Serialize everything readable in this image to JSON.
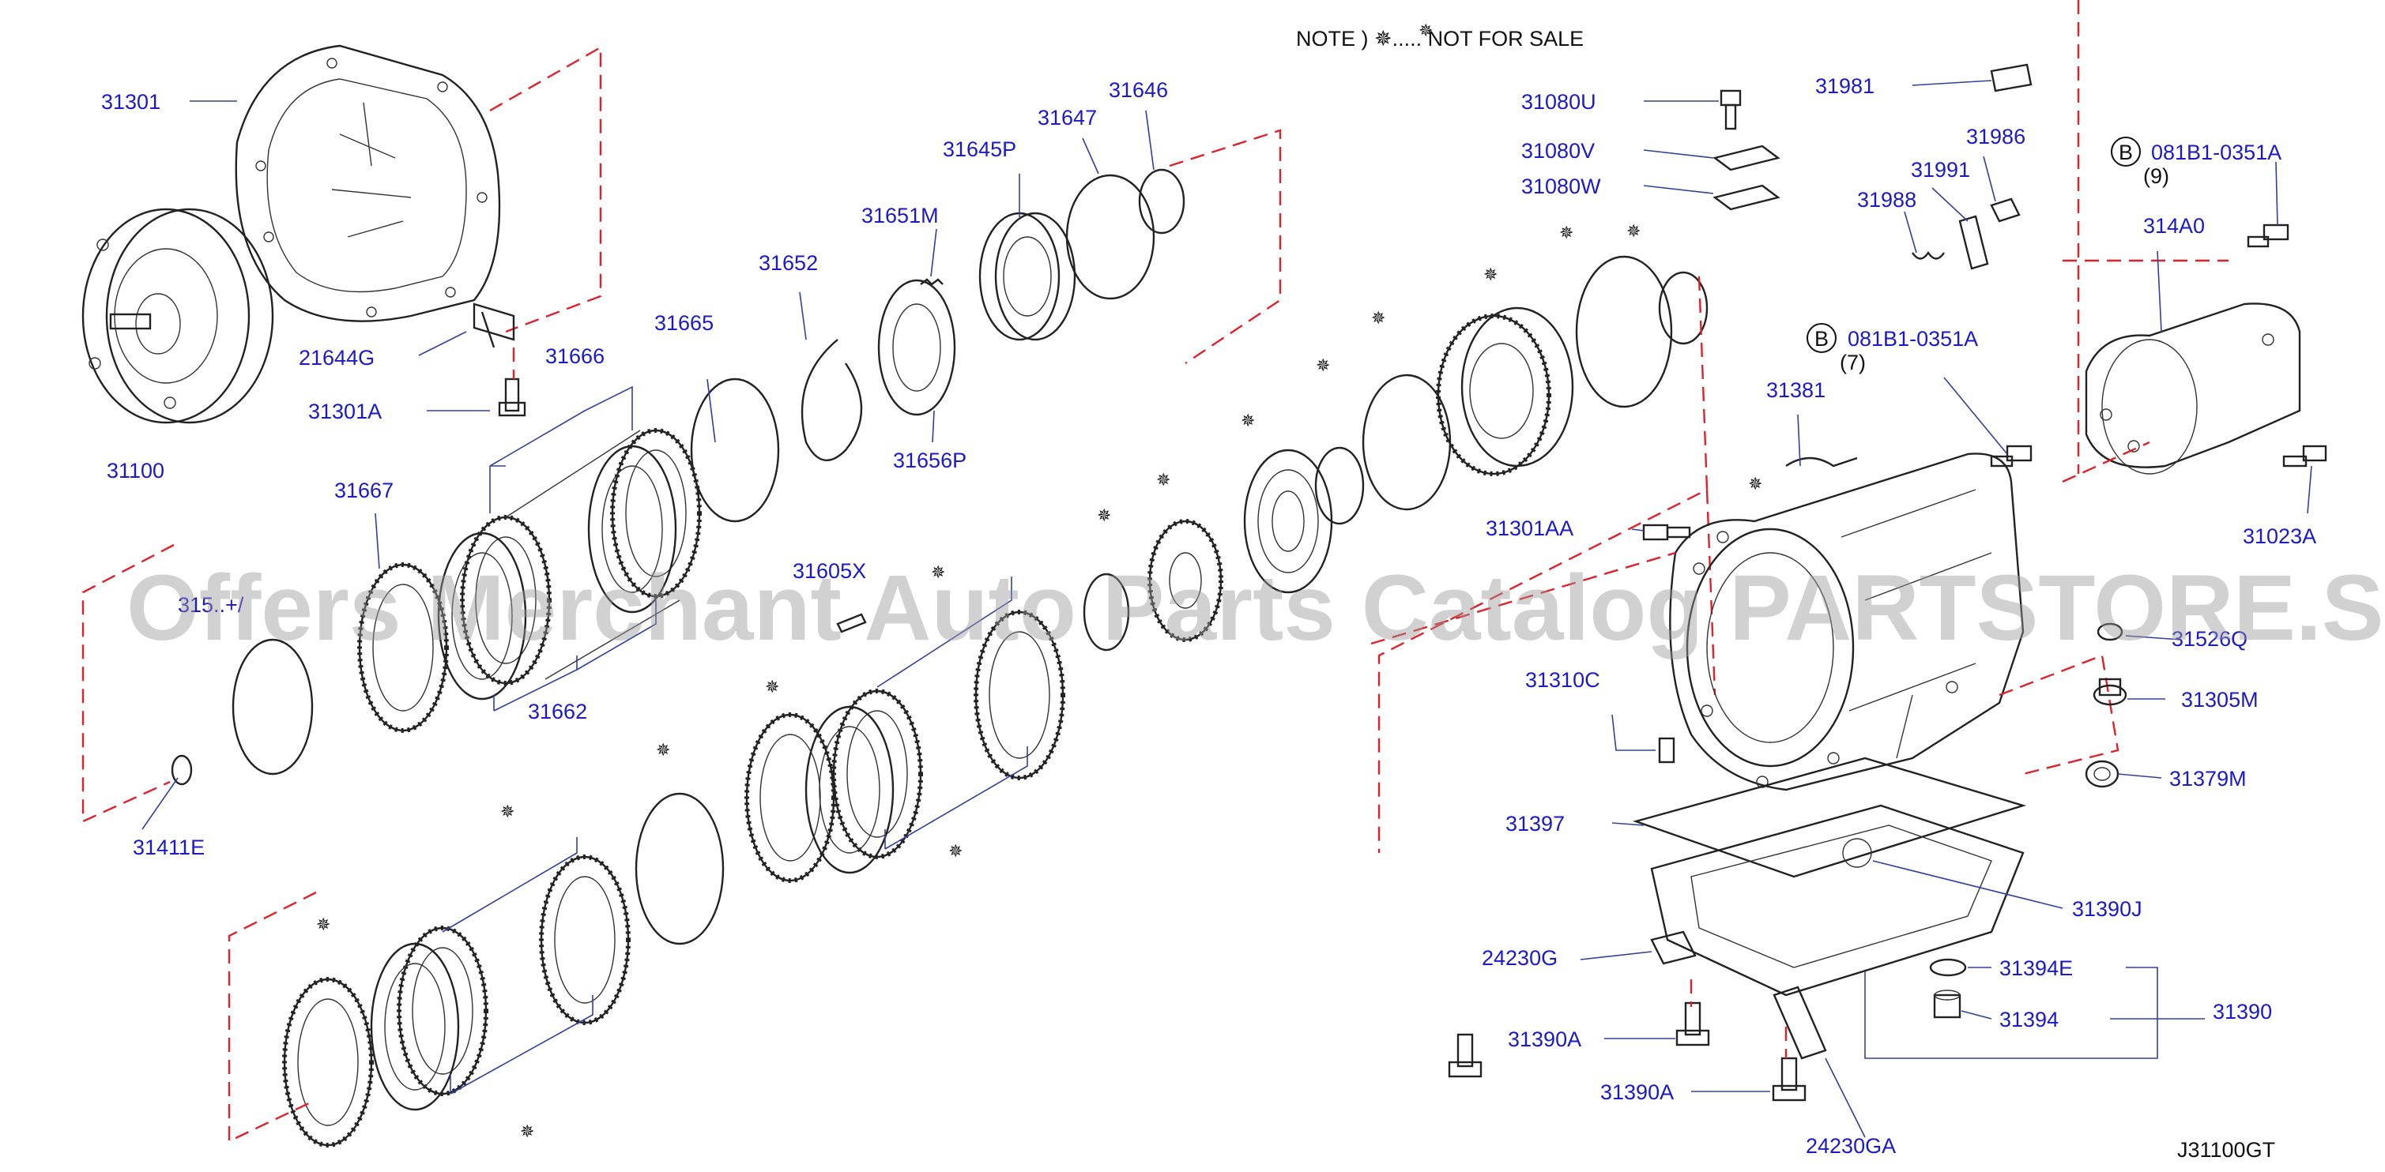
{
  "note": "NOTE ) ✵..... NOT FOR SALE",
  "watermark": "Offers Merchant Auto Parts Catalog PARTSTORE.SA",
  "diagram_code": "J31100GT",
  "colors": {
    "label": "#1a1acc",
    "dashed_lines": "#e0212a",
    "watermark": "#9a9a9a"
  },
  "labels": {
    "p31301": "31301",
    "p31100": "31100",
    "p21644G": "21644G",
    "p31301A": "31301A",
    "p31666": "31666",
    "p31665": "31665",
    "p31652": "31652",
    "p31651M": "31651M",
    "p31645P": "31645P",
    "p31647": "31647",
    "p31646": "31646",
    "p31656P": "31656P",
    "p31667": "31667",
    "p31662": "31662",
    "p31605X": "31605X",
    "p31411E": "31411E",
    "p315xx": "315..+/",
    "p31080U": "31080U",
    "p31080V": "31080V",
    "p31080W": "31080W",
    "p31981": "31981",
    "p31986": "31986",
    "p31991": "31991",
    "p31988": "31988",
    "p081B1_9": "081B1-0351A",
    "p081B1_9_qty": "(9)",
    "p314A0": "314A0",
    "p081B1_7": "081B1-0351A",
    "p081B1_7_qty": "(7)",
    "p31381": "31381",
    "p31301AA": "31301AA",
    "p31023A": "31023A",
    "p31526Q": "31526Q",
    "p31305M": "31305M",
    "p31379M": "31379M",
    "p31310C": "31310C",
    "p31397": "31397",
    "p31390J": "31390J",
    "p24230G": "24230G",
    "p31394E": "31394E",
    "p31390": "31390",
    "p31394": "31394",
    "p31390A_1": "31390A",
    "p31390A_2": "31390A",
    "p24230GA": "24230GA",
    "circle_b": "B"
  }
}
